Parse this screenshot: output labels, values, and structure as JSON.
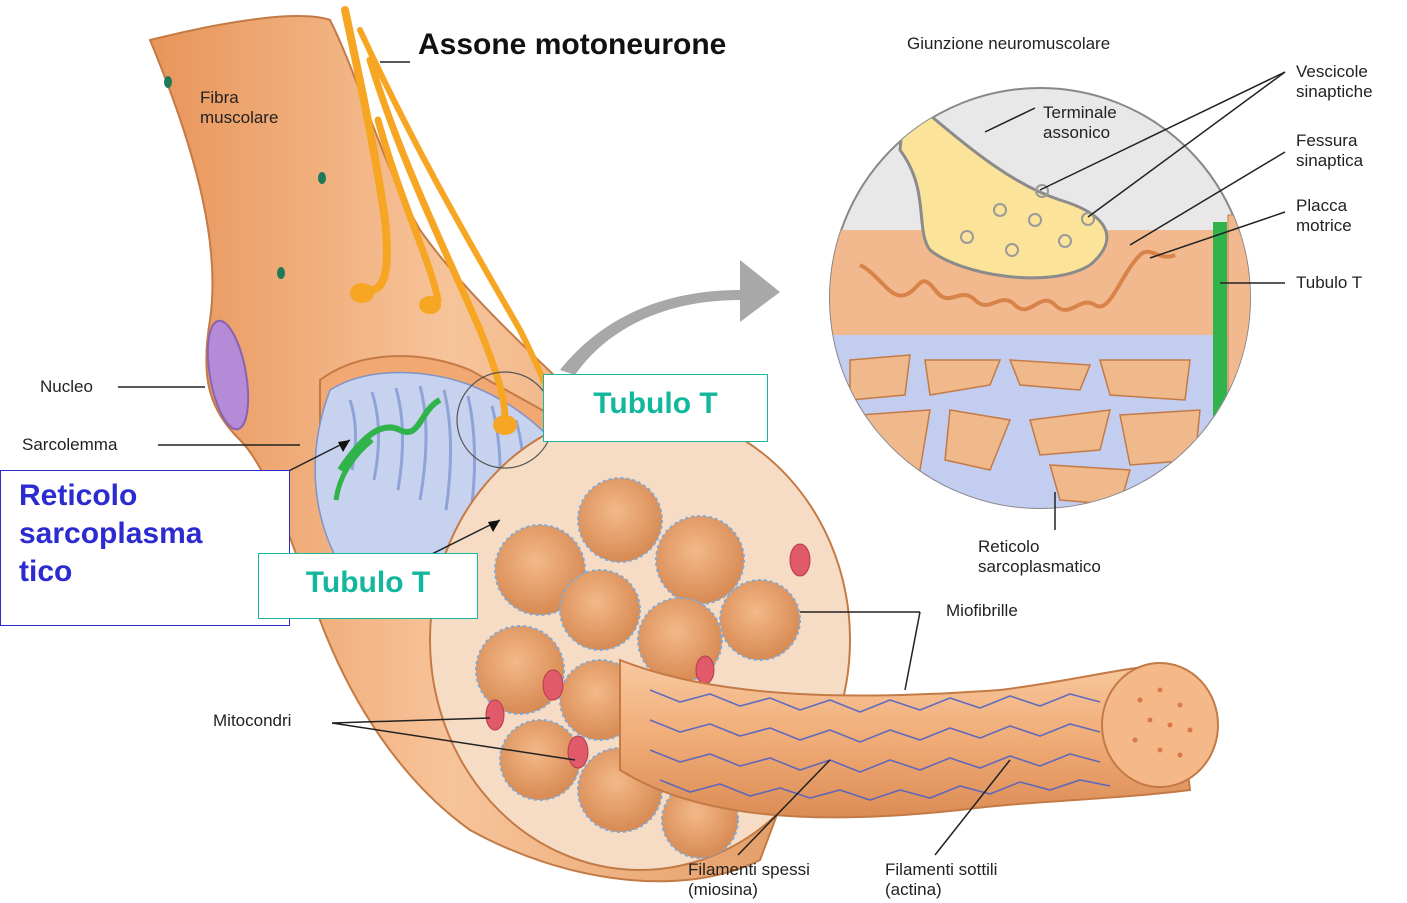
{
  "header": {
    "axon_label": "Assone motoneurone"
  },
  "inset": {
    "title": "Giunzione neuromuscolare"
  },
  "labels": {
    "fibra": "Fibra\nmuscolare",
    "nucleo": "Nucleo",
    "sarcolemma": "Sarcolemma",
    "mitocondri": "Mitocondri",
    "miofibrille": "Miofibrille",
    "filamenti_spessi": "Filamenti spessi\n(miosina)",
    "filamenti_sottili": "Filamenti sottili\n(actina)",
    "terminale": "Terminale\nassonico",
    "vescicole": "Vescicole\nsinaptiche",
    "fessura": "Fessura\nsinaptica",
    "placca": "Placca\nmotrice",
    "tubulo_inset": "Tubulo T",
    "reticolo_inset": "Reticolo\nsarcoplasmatico"
  },
  "callouts": {
    "reticolo": "Reticolo\nsarcoplasma\ntico",
    "tubulo_upper": "Tubulo T",
    "tubulo_lower": "Tubulo T"
  },
  "colors": {
    "muscle": "#f2b37f",
    "muscle_dark": "#d98a52",
    "nerve": "#f6a623",
    "ttubule": "#2fb34a",
    "reticulum": "#b9c7ea",
    "blue_callout": "#2b2bd0",
    "teal_callout": "#13b89c"
  }
}
